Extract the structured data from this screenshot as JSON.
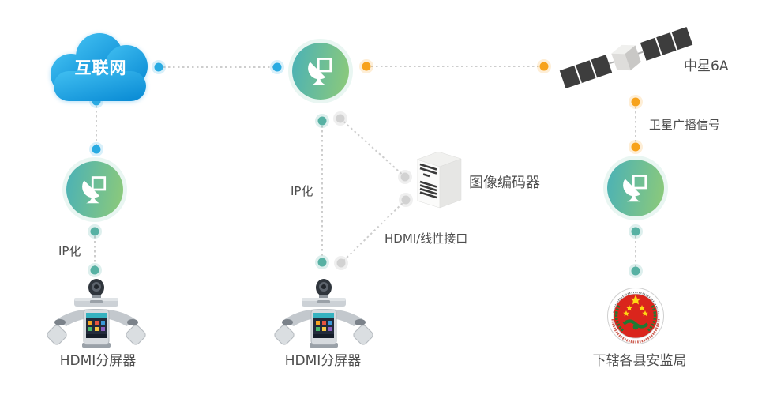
{
  "app": {
    "type": "satellite-videoconference-topology-diagram",
    "background": "#ffffff"
  },
  "colors": {
    "cloud_gradient_start": "#41bff1",
    "cloud_gradient_end": "#0d8ed6",
    "node_gradient_start": "#4fb3b2",
    "node_gradient_end": "#8bc97b",
    "dot_blue": "#29abe2",
    "dot_orange": "#f7a21b",
    "dot_teal": "#57b1a3",
    "dot_gray": "#d2d2d2",
    "dashed_line": "#cdcdcd",
    "label_text": "#4d4d4d",
    "satellite_panel": "#3d3d3d",
    "seal_red": "#da251c",
    "seal_gold": "#ffd814",
    "seal_green": "#1f7a33"
  },
  "nodes": {
    "internet": {
      "label": "互联网",
      "icon": "cloud-icon"
    },
    "gateway_left": {
      "icon": "satellite-dish-icon"
    },
    "gateway_center": {
      "icon": "satellite-dish-icon"
    },
    "gateway_right": {
      "icon": "satellite-dish-icon"
    },
    "satellite": {
      "label": "中星6A",
      "icon": "satellite-icon"
    },
    "encoder": {
      "label": "图像编码器",
      "icon": "server-tower-icon"
    },
    "terminal_left": {
      "label": "HDMI分屏器",
      "icon": "videoconference-endpoint-icon"
    },
    "terminal_center": {
      "label": "HDMI分屏器",
      "icon": "videoconference-endpoint-icon"
    },
    "bureau": {
      "label": "下辖各县安监局",
      "icon": "government-seal-icon"
    }
  },
  "links": {
    "ip_left": {
      "label": "IP化"
    },
    "ip_center": {
      "label": "IP化"
    },
    "hdmi_interface": {
      "label": "HDMI/线性接口"
    },
    "satellite_signal": {
      "label": "卫星广播信号"
    }
  }
}
